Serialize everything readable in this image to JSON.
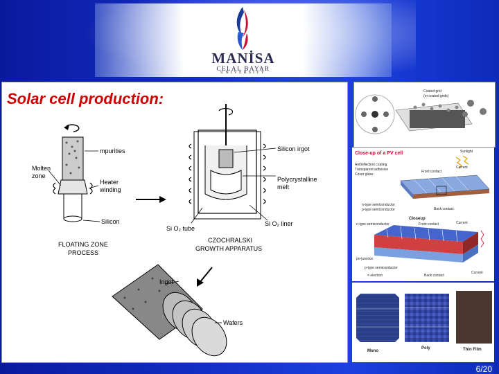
{
  "logo": {
    "name": "MANİSA",
    "sub1": "CELAL BAYAR",
    "sub2": "UNIVERSITY"
  },
  "slide": {
    "title": "Solar cell production:",
    "page": "6/20"
  },
  "figure_left": {
    "labels": {
      "impurities": "mpurities",
      "molten_zone_1": "Molten",
      "molten_zone_2": "zone",
      "heater_1": "Heater",
      "heater_2": "winding",
      "silicon": "Silicon",
      "silicon_ingot": "Silicon irgot",
      "polycrystalline_1": "Polycrystalline",
      "polycrystalline_2": "melt",
      "sio2_tube": "Si O₂ tube",
      "sio2_liner": "Si O₂ liner",
      "floating_1": "FLOATING ZONE",
      "floating_2": "PROCESS",
      "czochralski_1": "CZOCHRALSKI",
      "czochralski_2": "GROWTH APPARATUS",
      "ingot": "Ingot",
      "wafers": "Wafers"
    }
  },
  "figure_right": {
    "top_caption_1": "Coated grid",
    "top_caption_2": "(or coated grids)",
    "pv_title": "Close-up of a PV cell",
    "pv_sunlight": "Sunlight",
    "pv_labels": {
      "antireflection": "Antireflection coating",
      "adhesive": "Transparent adhesive",
      "cover_glass": "Cover glass",
      "front_contact": "Front contact",
      "current": "Current",
      "n_type": "n-type semiconductor",
      "p_type": "p-type semiconductor",
      "back_contact": "Back contact",
      "closeup": "Closeup",
      "n_type2": "n-type semiconductor",
      "front_contact2": "Front contact",
      "current2": "Current",
      "pn_junction": "pn-junction",
      "p_type2": "p-type semiconductor",
      "electron": "= electron",
      "back_contact2": "Back contact",
      "current3": "Current"
    },
    "cells": [
      "Mono",
      "Poly",
      "Thin Film"
    ]
  }
}
